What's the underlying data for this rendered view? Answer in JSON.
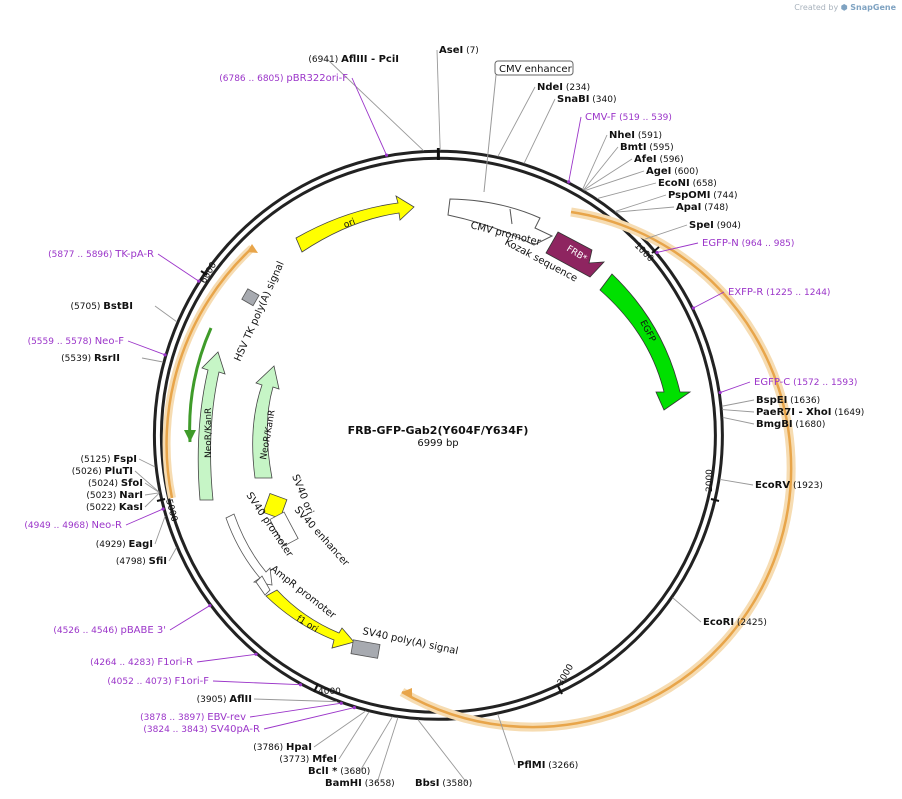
{
  "credit": {
    "prefix": "Created by",
    "brand": "SnapGene"
  },
  "plasmid": {
    "name": "FRB-GFP-Gab2(Y604F/Y634F)",
    "size_label": "6999 bp",
    "length": 6999
  },
  "ticks": [
    "1000",
    "2000",
    "3000",
    "4000",
    "5000",
    "6000"
  ],
  "colors": {
    "ring": "#222222",
    "primer": "#9b35c9",
    "orf": "#e8a54a",
    "yellow": "#ffff00",
    "green": "#00e000",
    "frb": "#8e2560",
    "neo": "#c6f5c6",
    "grey": "#a7aab0"
  },
  "enzymes": [
    {
      "name": "AseI",
      "pos": "(7)"
    },
    {
      "name": "NdeI",
      "pos": "(234)"
    },
    {
      "name": "SnaBI",
      "pos": "(340)"
    },
    {
      "name": "NheI",
      "pos": "(591)"
    },
    {
      "name": "BmtI",
      "pos": "(595)"
    },
    {
      "name": "AfeI",
      "pos": "(596)"
    },
    {
      "name": "AgeI",
      "pos": "(600)"
    },
    {
      "name": "EcoNI",
      "pos": "(658)"
    },
    {
      "name": "PspOMI",
      "pos": "(744)"
    },
    {
      "name": "ApaI",
      "pos": "(748)"
    },
    {
      "name": "SpeI",
      "pos": "(904)"
    },
    {
      "name": "BspEI",
      "pos": "(1636)"
    },
    {
      "name": "PaeR7I",
      "pos": "(1649)",
      "extra": "- XhoI"
    },
    {
      "name": "BmgBI",
      "pos": "(1680)"
    },
    {
      "name": "EcoRV",
      "pos": "(1923)"
    },
    {
      "name": "EcoRI",
      "pos": "(2425)"
    },
    {
      "name": "PflMI",
      "pos": "(3266)"
    },
    {
      "name": "BbsI",
      "pos": "(3580)"
    },
    {
      "name": "BamHI",
      "pos": "(3658)"
    },
    {
      "name": "BclI *",
      "pos": "(3680)"
    },
    {
      "name": "MfeI",
      "pos": "(3773)"
    },
    {
      "name": "HpaI",
      "pos": "(3786)"
    },
    {
      "name": "AflII",
      "pos": "(3905)"
    },
    {
      "name": "SfiI",
      "pos": "(4798)"
    },
    {
      "name": "EagI",
      "pos": "(4929)"
    },
    {
      "name": "KasI",
      "pos": "(5022)"
    },
    {
      "name": "NarI",
      "pos": "(5023)"
    },
    {
      "name": "SfoI",
      "pos": "(5024)"
    },
    {
      "name": "PluTI",
      "pos": "(5026)"
    },
    {
      "name": "FspI",
      "pos": "(5125)"
    },
    {
      "name": "RsrII",
      "pos": "(5539)"
    },
    {
      "name": "BstBI",
      "pos": "(5705)"
    },
    {
      "name": "AflIII",
      "pos": "(6941)",
      "extra": "- PciI"
    }
  ],
  "primers": [
    {
      "name": "pBR322ori-F",
      "pos": "(6786 .. 6805)"
    },
    {
      "name": "CMV-F",
      "pos": "(519 .. 539)"
    },
    {
      "name": "EGFP-N",
      "pos": "(964 .. 985)"
    },
    {
      "name": "EXFP-R",
      "pos": "(1225 .. 1244)"
    },
    {
      "name": "EGFP-C",
      "pos": "(1572 .. 1593)"
    },
    {
      "name": "TK-pA-R",
      "pos": "(5877 .. 5896)"
    },
    {
      "name": "Neo-F",
      "pos": "(5559 .. 5578)"
    },
    {
      "name": "Neo-R",
      "pos": "(4949 .. 4968)"
    },
    {
      "name": "pBABE 3'",
      "pos": "(4526 .. 4546)"
    },
    {
      "name": "F1ori-R",
      "pos": "(4264 .. 4283)"
    },
    {
      "name": "F1ori-F",
      "pos": "(4052 .. 4073)"
    },
    {
      "name": "EBV-rev",
      "pos": "(3878 .. 3897)"
    },
    {
      "name": "SV40pA-R",
      "pos": "(3824 .. 3843)"
    }
  ],
  "features": {
    "cmv_enhancer": "CMV enhancer",
    "cmv_promoter": "CMV promoter",
    "kozak": "Kozak sequence",
    "frb": "FRB*",
    "egfp": "EGFP",
    "ori": "ori",
    "hsv_tk": "HSV TK poly(A) signal",
    "neo_outer": "NeoR/KanR",
    "neo_inner": "NeoR/KanR",
    "sv40_ori": "SV40 ori",
    "sv40_enh": "SV40 enhancer",
    "sv40_prom": "SV40 promoter",
    "ampr_prom": "AmpR promoter",
    "f1_ori": "f1 ori",
    "sv40_polya": "SV40 poly(A) signal"
  }
}
